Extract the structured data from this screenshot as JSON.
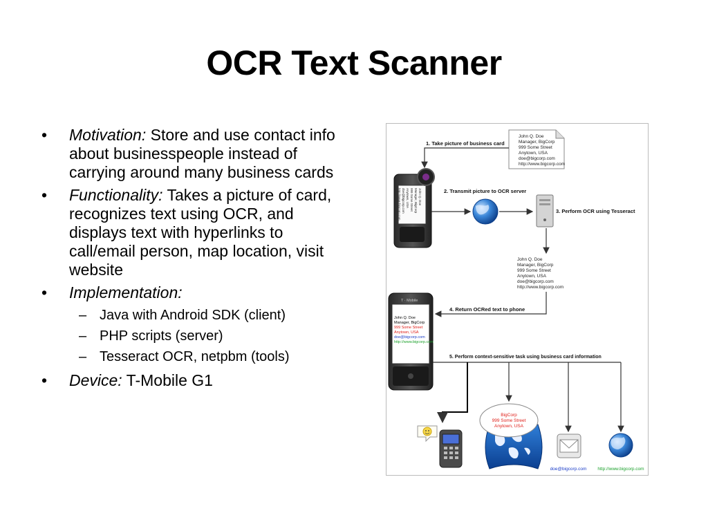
{
  "slide": {
    "title": "OCR Text Scanner",
    "bullets": [
      {
        "label": "Motivation:",
        "text": " Store and use contact info about businesspeople instead of carrying around many business cards"
      },
      {
        "label": "Functionality:",
        "text": " Takes a picture of card, recognizes text using OCR, and displays text with hyperlinks to call/email person, map location, visit website"
      },
      {
        "label": "Implementation:",
        "text": "",
        "sub": [
          "Java with Android SDK (client)",
          "PHP scripts (server)",
          "Tesseract OCR, netpbm (tools)"
        ]
      },
      {
        "label": "Device:",
        "text": " T-Mobile G1"
      }
    ]
  },
  "diagram": {
    "steps": [
      "1. Take picture of business card",
      "2. Transmit picture to OCR server",
      "3. Perform OCR using Tesseract",
      "4. Return OCRed text to phone",
      "5. Perform context-sensitive task using business card information"
    ],
    "card_lines": [
      "John Q. Doe",
      "Manager, BigCorp",
      "999 Some Street",
      "Anytown, USA",
      "doe@bigcorp.com",
      "http://www.bigcorp.com"
    ],
    "ocr_lines": [
      "John Q. Doe",
      "Manager, BigCorp",
      "999 Some Street",
      "Anytown, USA",
      "doe@bigcorp.com",
      "http://www.bigcorp.com"
    ],
    "phone_lines": [
      {
        "text": "John Q. Doe",
        "color": "#000000"
      },
      {
        "text": "Manager, BigCorp",
        "color": "#000000"
      },
      {
        "text": "999 Some Street",
        "color": "#e0201a"
      },
      {
        "text": "Anytown, USA",
        "color": "#e0201a"
      },
      {
        "text": "doe@bigcorp.com",
        "color": "#1a3cc8"
      },
      {
        "text": "http://www.bigcorp.com",
        "color": "#1aa02a"
      }
    ],
    "map_bubble": [
      "BigCorp",
      "999 Some Street",
      "Anytown, USA"
    ],
    "email_label": "doe@bigcorp.com",
    "web_label": "http://www.bigcorp.com",
    "phone_brand": "T · Mobile",
    "colors": {
      "red": "#e0201a",
      "blue": "#1a3cc8",
      "green": "#1aa02a"
    }
  }
}
